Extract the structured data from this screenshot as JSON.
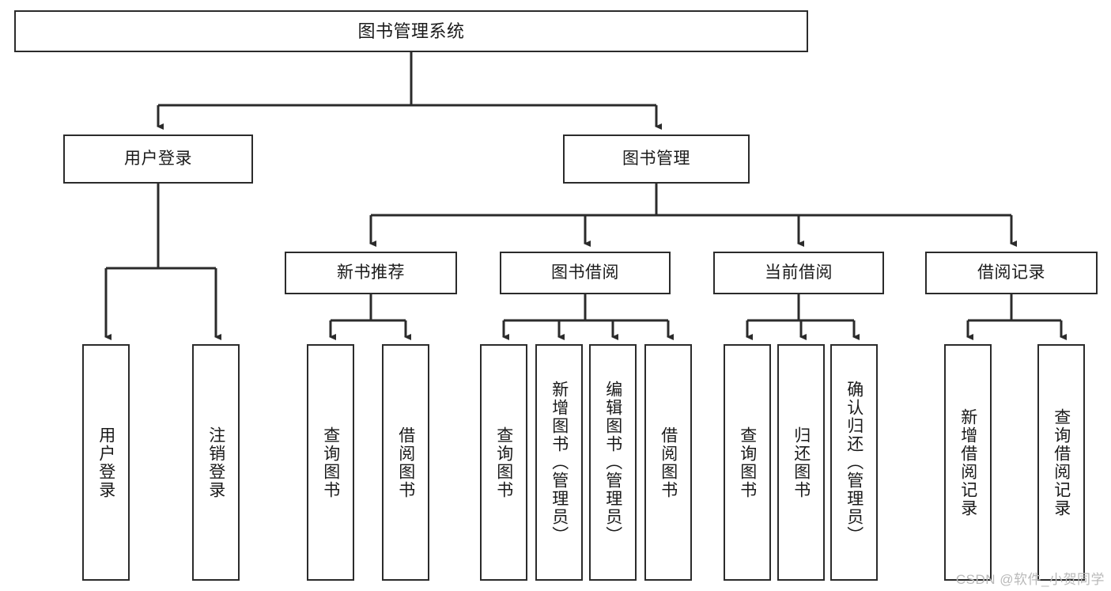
{
  "diagram": {
    "title": "图书管理系统",
    "type": "hierarchy-tree",
    "orientation": "top-down",
    "colors": {
      "stroke": "#2b2b2b",
      "fill": "#ffffff",
      "text": "#1a1a1a",
      "watermark": "#b9b9b9"
    },
    "nodes": {
      "root": {
        "label": "图书管理系统",
        "level": 0
      },
      "user_login": {
        "label": "用户登录",
        "level": 1
      },
      "book_manage": {
        "label": "图书管理",
        "level": 1
      },
      "new_book_rec": {
        "label": "新书推荐",
        "level": 2
      },
      "book_borrow": {
        "label": "图书借阅",
        "level": 2
      },
      "current_borrow": {
        "label": "当前借阅",
        "level": 2
      },
      "borrow_record": {
        "label": "借阅记录",
        "level": 2
      },
      "leaf_user_login": {
        "label": "用户登录",
        "level": 3
      },
      "leaf_user_logout": {
        "label": "注销登录",
        "level": 3
      },
      "leaf_query_book_1": {
        "label": "查询图书",
        "level": 3
      },
      "leaf_borrow_book_1": {
        "label": "借阅图书",
        "level": 3
      },
      "leaf_query_book_2": {
        "label": "查询图书",
        "level": 3
      },
      "leaf_add_book_admin": {
        "label": "新增图书（管理员）",
        "level": 3
      },
      "leaf_edit_book_admin": {
        "label": "编辑图书（管理员）",
        "level": 3
      },
      "leaf_borrow_book_2": {
        "label": "借阅图书",
        "level": 3
      },
      "leaf_query_book_3": {
        "label": "查询图书",
        "level": 3
      },
      "leaf_return_book": {
        "label": "归还图书",
        "level": 3
      },
      "leaf_confirm_return_admin": {
        "label": "确认归还（管理员）",
        "level": 3
      },
      "leaf_add_borrow_record": {
        "label": "新增借阅记录",
        "level": 3
      },
      "leaf_query_borrow_record": {
        "label": "查询借阅记录",
        "level": 3
      }
    },
    "edges": [
      {
        "from": "root",
        "to": "user_login"
      },
      {
        "from": "root",
        "to": "book_manage"
      },
      {
        "from": "user_login",
        "to": "leaf_user_login"
      },
      {
        "from": "user_login",
        "to": "leaf_user_logout"
      },
      {
        "from": "book_manage",
        "to": "new_book_rec"
      },
      {
        "from": "book_manage",
        "to": "book_borrow"
      },
      {
        "from": "book_manage",
        "to": "current_borrow"
      },
      {
        "from": "book_manage",
        "to": "borrow_record"
      },
      {
        "from": "new_book_rec",
        "to": "leaf_query_book_1"
      },
      {
        "from": "new_book_rec",
        "to": "leaf_borrow_book_1"
      },
      {
        "from": "book_borrow",
        "to": "leaf_query_book_2"
      },
      {
        "from": "book_borrow",
        "to": "leaf_add_book_admin"
      },
      {
        "from": "book_borrow",
        "to": "leaf_edit_book_admin"
      },
      {
        "from": "book_borrow",
        "to": "leaf_borrow_book_2"
      },
      {
        "from": "current_borrow",
        "to": "leaf_query_book_3"
      },
      {
        "from": "current_borrow",
        "to": "leaf_return_book"
      },
      {
        "from": "current_borrow",
        "to": "leaf_confirm_return_admin"
      },
      {
        "from": "borrow_record",
        "to": "leaf_add_borrow_record"
      },
      {
        "from": "borrow_record",
        "to": "leaf_query_borrow_record"
      }
    ]
  },
  "watermark": {
    "text": "CSDN @软件_小贺同学"
  }
}
